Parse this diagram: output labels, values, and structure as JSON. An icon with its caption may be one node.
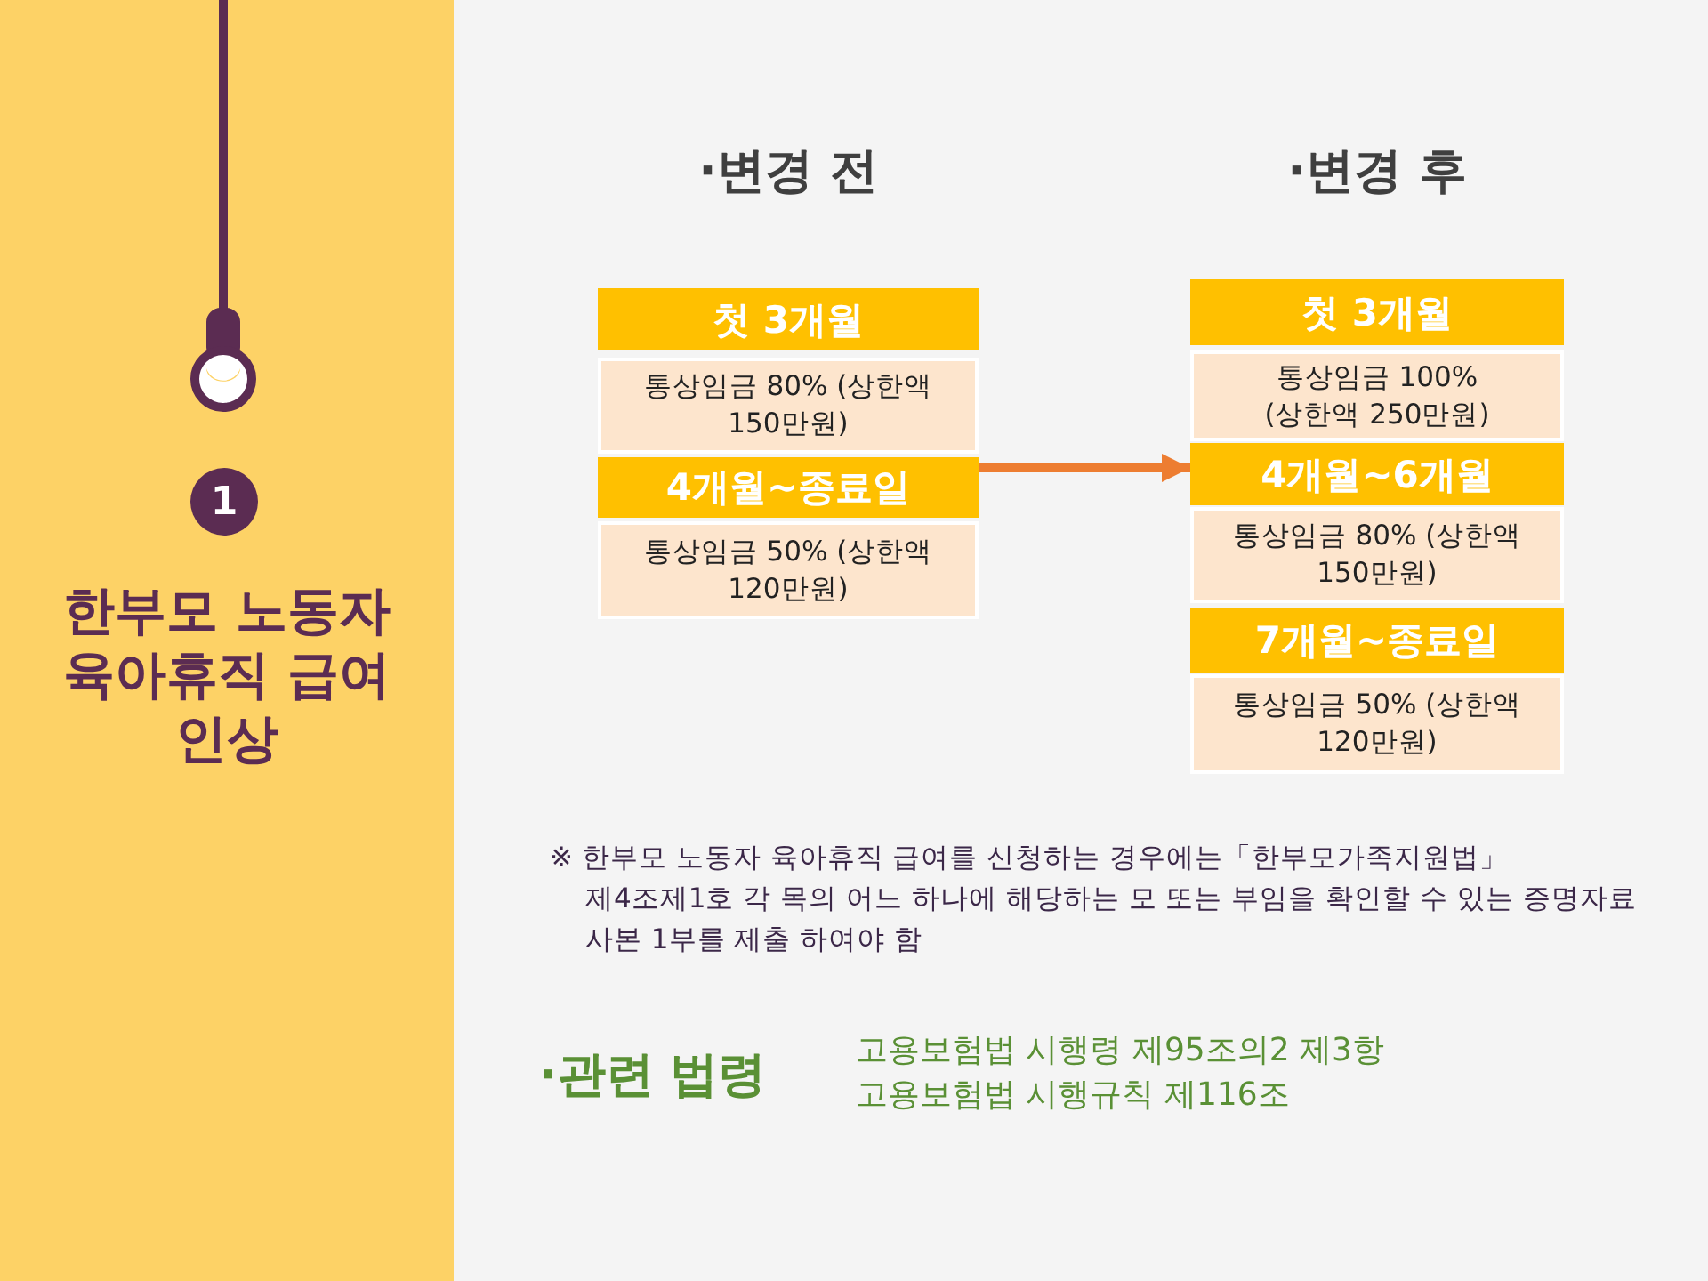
{
  "diagram": {
    "title": "한부모 노동자 육아휴직 급여 인상",
    "nodes": [
      {
        "text": [
          "1"
        ]
      },
      {
        "text": [
          "·변경 전"
        ]
      },
      {
        "text": [
          "첫 3개월"
        ],
        "in": 1
      },
      {
        "text": [
          "통상임금 80% (상한액 150만원)"
        ],
        "in": 1
      },
      {
        "text": [
          "4개월~종료일"
        ],
        "in": 1
      },
      {
        "text": [
          "통상임금 50% (상한액 120만원)"
        ],
        "in": 1
      },
      {
        "text": [
          "·변경 후"
        ]
      },
      {
        "text": [
          "첫 3개월"
        ],
        "in": 6
      },
      {
        "text": [
          "통상임금 100% (상한액 250만원)"
        ],
        "in": 6
      },
      {
        "text": [
          "4개월~6개월"
        ],
        "in": 6
      },
      {
        "text": [
          "통상임금 80% (상한액 150만원)"
        ],
        "in": 6
      },
      {
        "text": [
          "7개월~종료일"
        ],
        "in": 6
      },
      {
        "text": [
          "통상임금 50% (상한액 120만원)"
        ],
        "in": 6
      }
    ],
    "edges": [
      {
        "from": 1,
        "to": 6,
        "arrow": "to",
        "color": "#ed7d31"
      }
    ],
    "labels": [
      "※ 한부모 노동자 육아휴직 급여를 신청하는 경우에는「한부모가족지원법」 제4조제1호 각 목의 어느 하나에 해당하는 모 또는 부임을 확인할 수 있는 증명자료 사본 1부를 제출 하여야 함",
      "·관련 법령",
      "고용보험법 시행령 제95조의2 제3항",
      "고용보험법 시행규칙 제116조"
    ]
  }
}
